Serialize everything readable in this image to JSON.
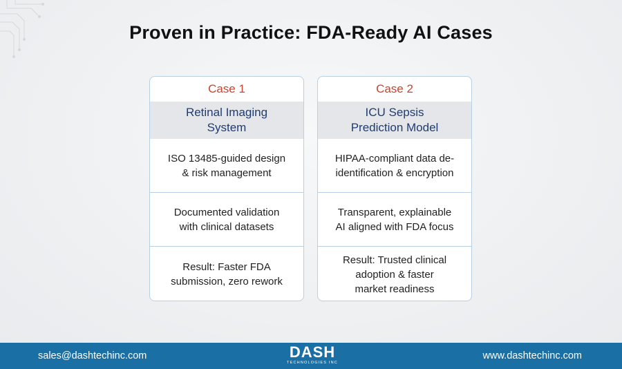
{
  "title": "Proven in Practice: FDA-Ready AI Cases",
  "cases": [
    {
      "label": "Case 1",
      "title_line1": "Retinal Imaging",
      "title_line2": "System",
      "rows": [
        {
          "line1": "ISO 13485-guided design",
          "line2": "& risk management"
        },
        {
          "line1": "Documented validation",
          "line2": "with clinical datasets"
        },
        {
          "line1": "Result: Faster FDA",
          "line2": "submission, zero rework"
        }
      ]
    },
    {
      "label": "Case 2",
      "title_line1": "ICU Sepsis",
      "title_line2": "Prediction Model",
      "rows": [
        {
          "line1": "HIPAA-compliant data de-",
          "line2": "identification & encryption"
        },
        {
          "line1": "Transparent, explainable",
          "line2": "AI aligned with FDA focus"
        },
        {
          "line1": "Result: Trusted clinical",
          "line2": "adoption & faster",
          "line3": "market readiness"
        }
      ]
    }
  ],
  "footer": {
    "email": "sales@dashtechinc.com",
    "website": "www.dashtechinc.com",
    "logo_text": "DASH",
    "logo_subtext": "TECHNOLOGIES INC"
  },
  "colors": {
    "case_label": "#c8442f",
    "case_title": "#1f3c72",
    "footer_bg": "#1a6fa4",
    "card_border": "#b9cfe3"
  }
}
